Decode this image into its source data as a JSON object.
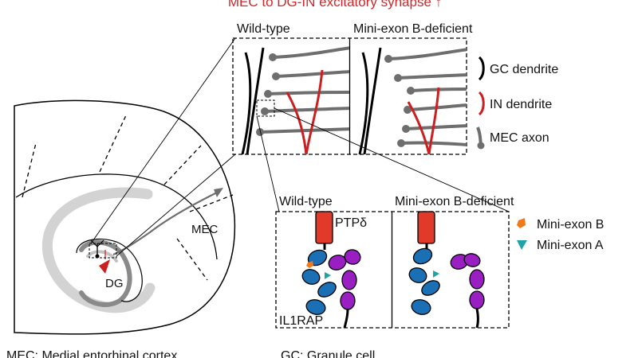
{
  "title": "MEC to DG-IN excitatory synapse ↑",
  "top_panels": {
    "left_label": "Wild-type",
    "right_label": "Mini-exon B-deficient"
  },
  "bottom_panels": {
    "left_label": "Wild-type",
    "right_label": "Mini-exon B-deficient",
    "ptp_label": "PTPδ",
    "il1rap_label": "IL1RAP"
  },
  "brain_labels": {
    "mec": "MEC",
    "dg": "DG"
  },
  "legend_top": [
    {
      "label": "GC dendrite",
      "color": "#000000"
    },
    {
      "label": "IN dendrite",
      "color": "#cc1f1f"
    },
    {
      "label": "MEC axon",
      "color": "#6e6e6e"
    }
  ],
  "legend_bottom": [
    {
      "label": "Mini-exon B",
      "color": "#f07a1a",
      "icon": "pentagon-icon"
    },
    {
      "label": "Mini-exon A",
      "color": "#1fa3a8",
      "icon": "triangle-icon"
    }
  ],
  "footer": {
    "left": "MEC: Medial entorhinal cortex",
    "right": "GC: Granule cell"
  },
  "colors": {
    "title": "#d0282a",
    "ptp": "#e23a2a",
    "ig_domain": "#1a6fb5",
    "il1rap_domain": "#9a1fc2",
    "gray_axon": "#6e6e6e",
    "in_dendrite": "#cc1f1f"
  }
}
